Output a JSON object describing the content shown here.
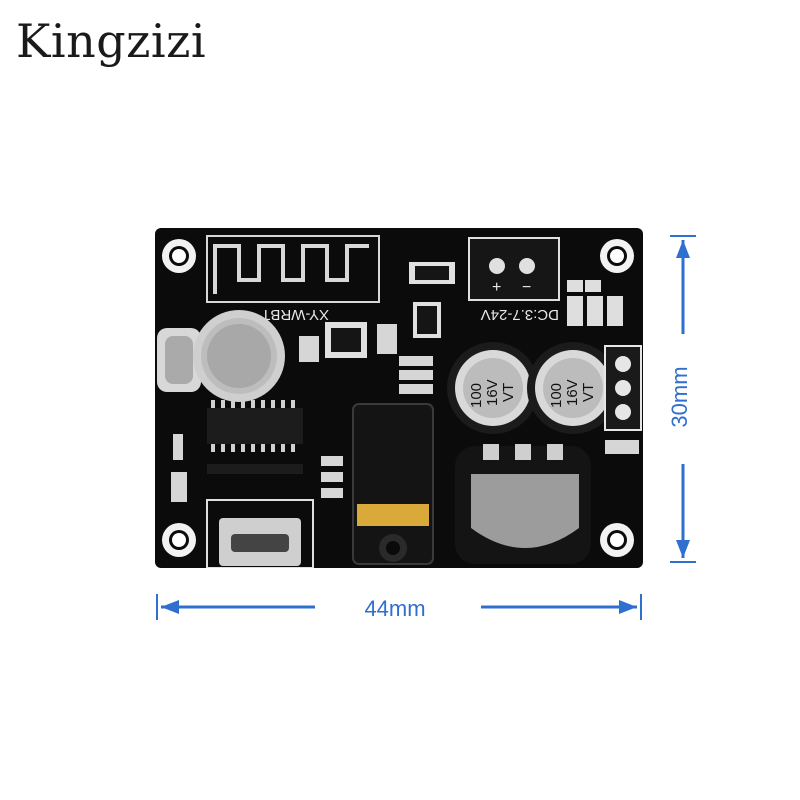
{
  "brand": "Kingzizi",
  "board": {
    "silkscreen_model": "XY-WRBT",
    "silkscreen_power": "DC:3.7-24V",
    "capacitor_label_1": "100\n16V\nVT",
    "capacitor_label_2": "100\n16V\nVT",
    "terminal_plus": "+",
    "terminal_minus": "−",
    "colors": {
      "pcb": "#0b0b0b",
      "silk": "#e8e8e8",
      "gold": "#d9a93a"
    }
  },
  "dimensions": {
    "width_label": "44mm",
    "height_label": "30mm",
    "arrow_color": "#2f6fd0"
  }
}
